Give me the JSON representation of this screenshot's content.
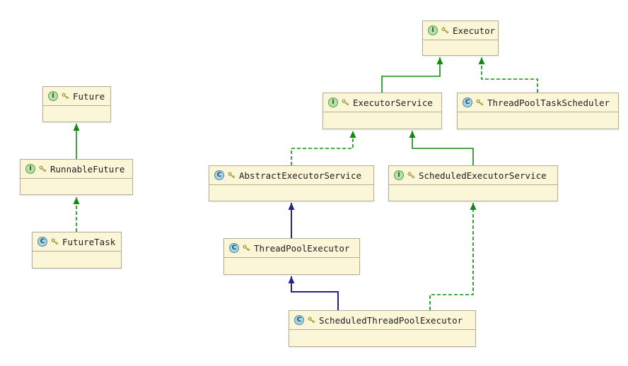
{
  "nodes": {
    "future": {
      "label": "Future",
      "kind": "interface",
      "icon_letter": "I"
    },
    "runnable_future": {
      "label": "RunnableFuture",
      "kind": "interface",
      "icon_letter": "I"
    },
    "future_task": {
      "label": "FutureTask",
      "kind": "class",
      "icon_letter": "C"
    },
    "executor": {
      "label": "Executor",
      "kind": "interface",
      "icon_letter": "I"
    },
    "executor_service": {
      "label": "ExecutorService",
      "kind": "interface",
      "icon_letter": "I"
    },
    "thread_pool_task_scheduler": {
      "label": "ThreadPoolTaskScheduler",
      "kind": "class",
      "icon_letter": "C"
    },
    "abstract_executor_service": {
      "label": "AbstractExecutorService",
      "kind": "class",
      "icon_letter": "C"
    },
    "scheduled_executor_service": {
      "label": "ScheduledExecutorService",
      "kind": "interface",
      "icon_letter": "I"
    },
    "thread_pool_executor": {
      "label": "ThreadPoolExecutor",
      "kind": "class",
      "icon_letter": "C"
    },
    "scheduled_thread_pool_executor": {
      "label": "ScheduledThreadPoolExecutor",
      "kind": "class",
      "icon_letter": "C"
    }
  },
  "edges": [
    {
      "from": "RunnableFuture",
      "to": "Future",
      "relation": "extends",
      "style": "solid-green"
    },
    {
      "from": "FutureTask",
      "to": "RunnableFuture",
      "relation": "implements",
      "style": "dashed-green"
    },
    {
      "from": "ExecutorService",
      "to": "Executor",
      "relation": "extends",
      "style": "solid-green"
    },
    {
      "from": "ThreadPoolTaskScheduler",
      "to": "Executor",
      "relation": "implements",
      "style": "dashed-green"
    },
    {
      "from": "AbstractExecutorService",
      "to": "ExecutorService",
      "relation": "implements",
      "style": "dashed-green"
    },
    {
      "from": "ScheduledExecutorService",
      "to": "ExecutorService",
      "relation": "extends",
      "style": "solid-green"
    },
    {
      "from": "ThreadPoolExecutor",
      "to": "AbstractExecutorService",
      "relation": "extends",
      "style": "solid-navy"
    },
    {
      "from": "ScheduledThreadPoolExecutor",
      "to": "ThreadPoolExecutor",
      "relation": "extends",
      "style": "solid-navy"
    },
    {
      "from": "ScheduledThreadPoolExecutor",
      "to": "ScheduledExecutorService",
      "relation": "implements",
      "style": "dashed-green"
    }
  ],
  "colors": {
    "background": "#ffffff",
    "node_fill": "#fbf6d8",
    "node_border": "#b3ae92",
    "extends_arrow": "#128a12",
    "class_extends_arrow": "#23238f",
    "interface_icon_fill": "#b6e0a5",
    "class_icon_fill": "#a9d2e4",
    "key_icon": "#a79c33"
  }
}
